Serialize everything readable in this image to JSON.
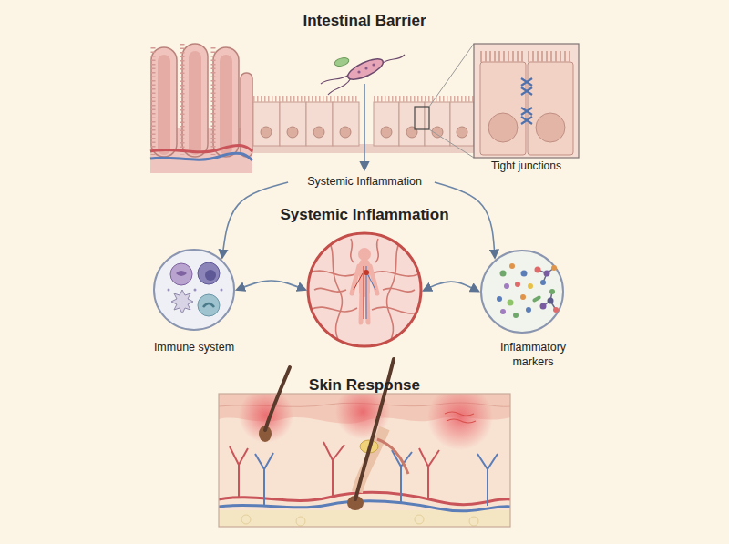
{
  "diagram": {
    "nodes": [
      {
        "text": [
          "Intestinal Barrier"
        ]
      },
      {
        "text": [
          "Tight junctions"
        ],
        "in": 0
      },
      {
        "text": [
          "Systemic Inflammation"
        ]
      },
      {
        "text": [
          "Immune system"
        ]
      },
      {
        "text": [
          "Inflammatory markers"
        ]
      },
      {
        "text": [
          "Skin Response"
        ]
      }
    ],
    "edges": [
      {
        "from": 0,
        "to": 3,
        "arrow": "to"
      },
      {
        "from": 0,
        "to": 4,
        "arrow": "to"
      },
      {
        "from": 3,
        "to": 2,
        "arrow": "both"
      },
      {
        "from": 4,
        "to": 2,
        "arrow": "both"
      }
    ],
    "labels": [
      "Systemic Inflammation"
    ]
  }
}
